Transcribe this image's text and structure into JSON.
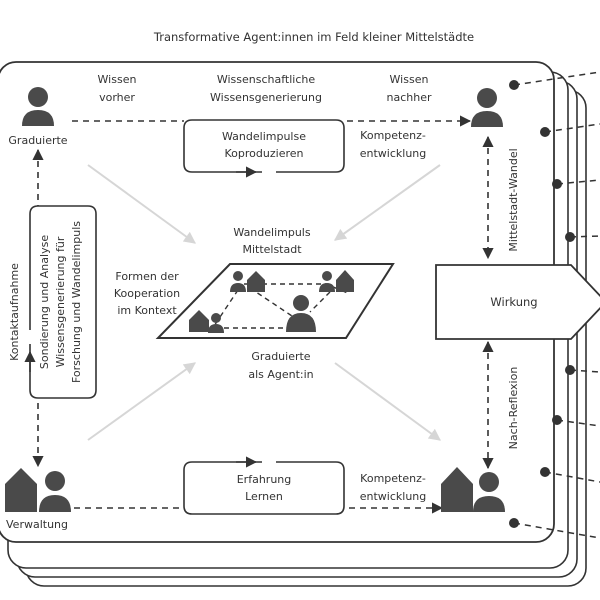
{
  "title": "Transformative Agent:innen im Feld kleiner Mittelstädte",
  "labels": {
    "wissen_vorher": [
      "Wissen",
      "vorher"
    ],
    "wissensgenerierung": [
      "Wissenschaftliche",
      "Wissensgenerierung"
    ],
    "wissen_nachher": [
      "Wissen",
      "nachher"
    ],
    "graduierte": "Graduierte",
    "wandelimpulse_box": [
      "Wandelimpulse",
      "Koproduzieren"
    ],
    "kompetenzentwicklung_top": [
      "Kompetenz-",
      "entwicklung"
    ],
    "mittelstadt_wandel": "Mittelstadt-Wandel",
    "kontaktaufnahme": "Kontaktaufnahme",
    "sondierung": [
      "Sondierung und Analyse",
      "Wissensgenerierung für",
      "Forschung und Wandelimpuls"
    ],
    "wandelimpuls_mittelstadt": [
      "Wandelimpuls",
      "Mittelstadt"
    ],
    "formen_kooperation": [
      "Formen der",
      "Kooperation",
      "im Kontext"
    ],
    "graduierte_agentin": [
      "Graduierte",
      "als Agent:in"
    ],
    "wirkung": "Wirkung",
    "nach_reflexion": "Nach-Reflexion",
    "erfahrung_box": [
      "Erfahrung",
      "Lernen"
    ],
    "kompetenzentwicklung_bottom": [
      "Kompetenz-",
      "entwicklung"
    ],
    "verwaltung": "Verwaltung"
  },
  "colors": {
    "ink": "#333333",
    "fill": "#4a4a4a",
    "arrow_light": "#d6d6d6",
    "background": "#ffffff"
  },
  "icons": [
    "person-icon",
    "house-icon",
    "group-icon"
  ]
}
